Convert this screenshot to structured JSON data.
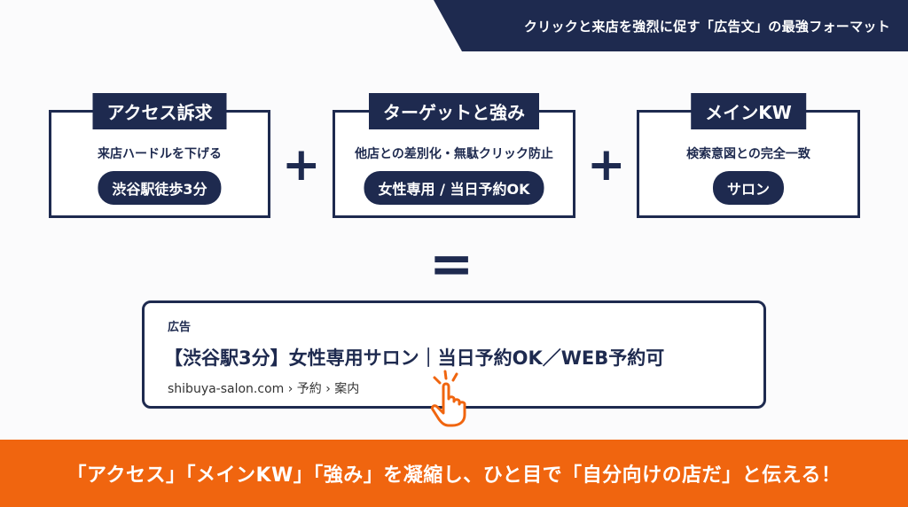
{
  "banner": {
    "text": "クリックと来店を強烈に促す「広告文」の最強フォーマット"
  },
  "boxes": [
    {
      "title": "アクセス訴求",
      "subtitle": "来店ハードルを下げる",
      "pill": "渋谷駅徒歩3分"
    },
    {
      "title": "ターゲットと強み",
      "subtitle": "他店との差別化・無駄クリック防止",
      "pill": "女性専用 / 当日予約OK"
    },
    {
      "title": "メインKW",
      "subtitle": "検索意図との完全一致",
      "pill": "サロン"
    }
  ],
  "operators": {
    "plus": "+",
    "equals": "="
  },
  "ad": {
    "label": "広告",
    "headline": "【渋谷駅3分】女性専用サロン｜当日予約OK／WEB予約可",
    "url": "shibuya-salon.com › 予約 › 案内"
  },
  "icons": {
    "pointer": "hand-pointer-icon"
  },
  "footer": {
    "text": "「アクセス」「メインKW」「強み」を凝縮し、ひと目で「自分向けの店だ」と伝える！"
  },
  "colors": {
    "navy": "#1e2a4f",
    "orange": "#f0650f",
    "background": "#fbfbfc"
  }
}
